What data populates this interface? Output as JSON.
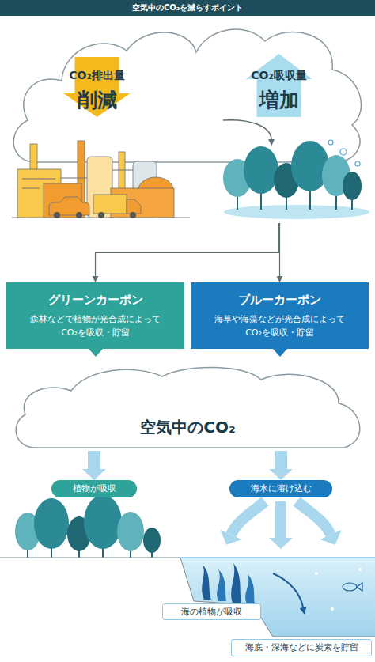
{
  "diagram": {
    "title": "空気中のCO₂を減らすポイント",
    "nodes": [
      {
        "text": [
          "CO₂排出量",
          "削減"
        ]
      },
      {
        "text": [
          "CO₂吸収量",
          "増加"
        ]
      },
      {
        "text": [
          "グリーンカーボン",
          "森林などで植物が光合成によってCO₂を吸収・貯留"
        ]
      },
      {
        "text": [
          "ブルーカーボン",
          "海草や海藻などが光合成によってCO₂を吸収・貯留"
        ]
      },
      {
        "text": [
          "空気中のCO₂"
        ]
      },
      {
        "text": [
          "植物が吸収"
        ]
      },
      {
        "text": [
          "海水に溶け込む"
        ]
      },
      {
        "text": [
          "海の植物が吸収"
        ]
      },
      {
        "text": [
          "海底・深海などに炭素を貯留"
        ]
      }
    ],
    "edges": [
      {
        "from": 1,
        "to": 2,
        "arrow": "to"
      },
      {
        "from": 1,
        "to": 3,
        "arrow": "to"
      },
      {
        "from": 4,
        "to": 5,
        "arrow": "to"
      },
      {
        "from": 4,
        "to": 6,
        "arrow": "to"
      }
    ]
  }
}
